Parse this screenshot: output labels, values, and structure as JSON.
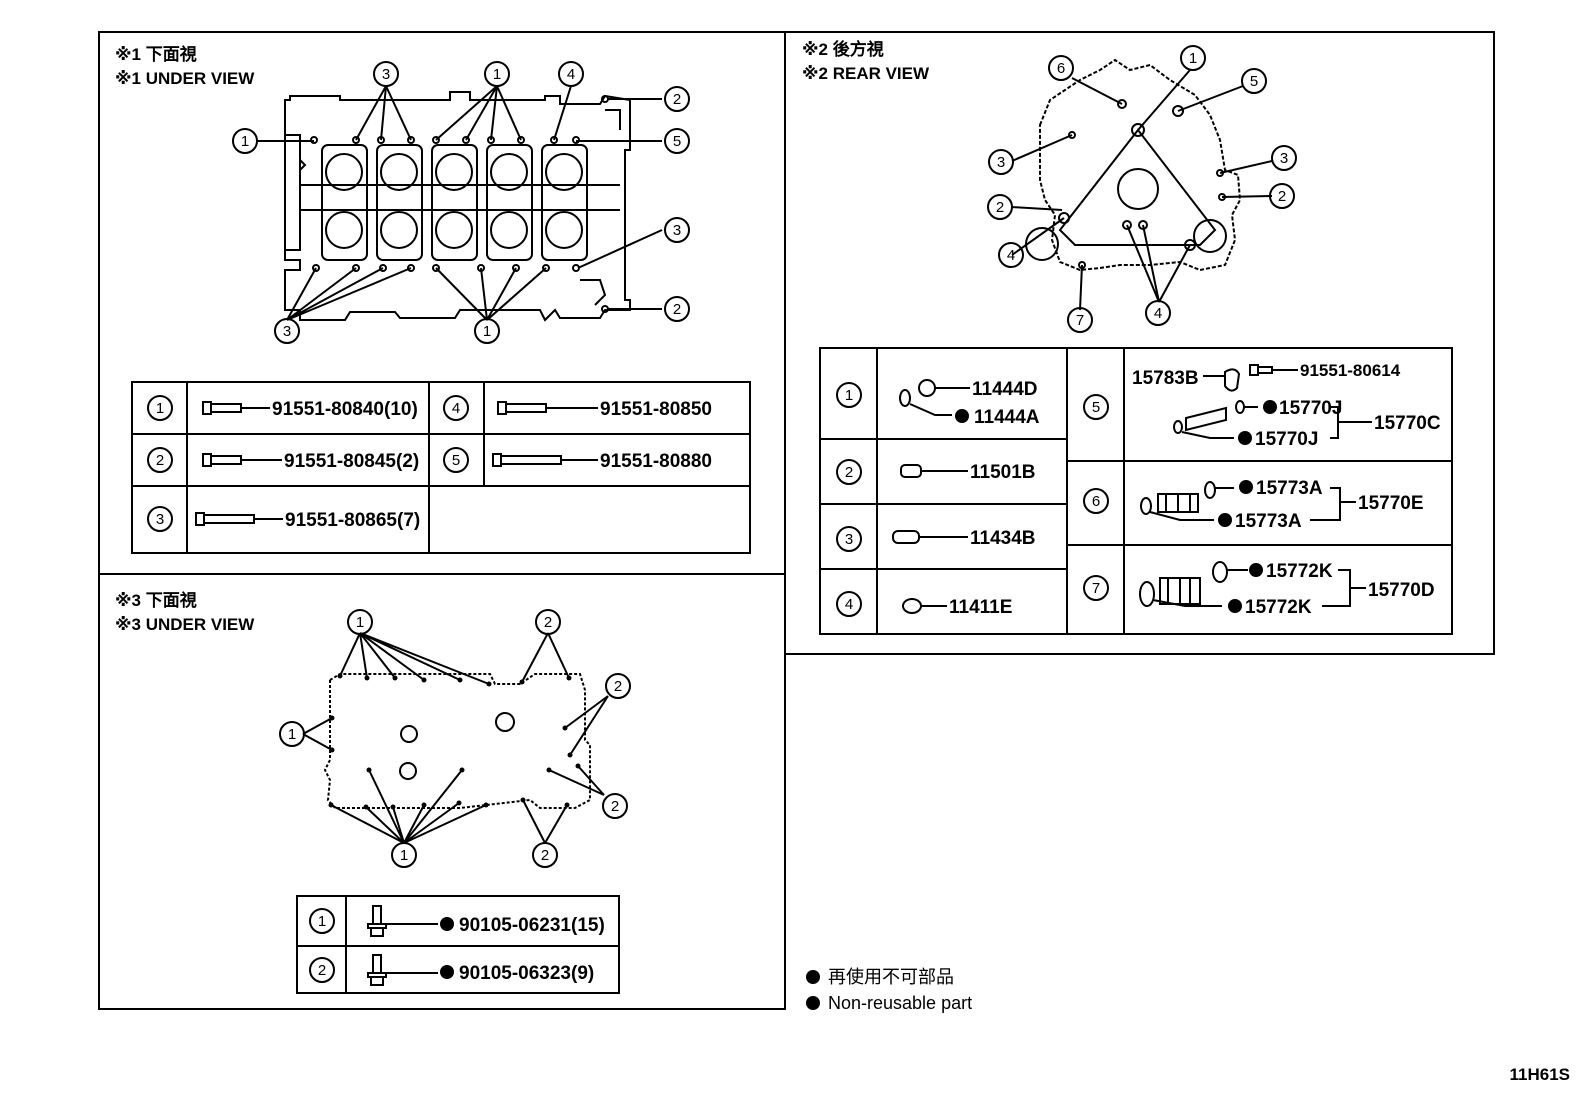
{
  "view1": {
    "title_ja": "※1 下面視",
    "title_en": "※1 UNDER VIEW",
    "parts": [
      {
        "num": "1",
        "part": "91551-80840(10)"
      },
      {
        "num": "2",
        "part": "91551-80845(2)"
      },
      {
        "num": "3",
        "part": "91551-80865(7)"
      },
      {
        "num": "4",
        "part": "91551-80850"
      },
      {
        "num": "5",
        "part": "91551-80880"
      }
    ]
  },
  "view2": {
    "title_ja": "※2 後方視",
    "title_en": "※2 REAR VIEW",
    "parts": [
      {
        "num": "1",
        "parts": [
          "11444D",
          "11444A"
        ]
      },
      {
        "num": "2",
        "part": "11501B"
      },
      {
        "num": "3",
        "part": "11434B"
      },
      {
        "num": "4",
        "part": "11411E"
      },
      {
        "num": "5",
        "top_left": "15783B",
        "top_right": "91551-80614",
        "inner": [
          "15770J",
          "15770J"
        ],
        "assembly": "15770C"
      },
      {
        "num": "6",
        "inner": [
          "15773A",
          "15773A"
        ],
        "assembly": "15770E"
      },
      {
        "num": "7",
        "inner": [
          "15772K",
          "15772K"
        ],
        "assembly": "15770D"
      }
    ]
  },
  "view3": {
    "title_ja": "※3 下面視",
    "title_en": "※3 UNDER VIEW",
    "parts": [
      {
        "num": "1",
        "part": "90105-06231(15)"
      },
      {
        "num": "2",
        "part": "90105-06323(9)"
      }
    ]
  },
  "legend": {
    "ja": "再使用不可部品",
    "en": "Non-reusable part"
  },
  "diagram_code": "11H61S"
}
